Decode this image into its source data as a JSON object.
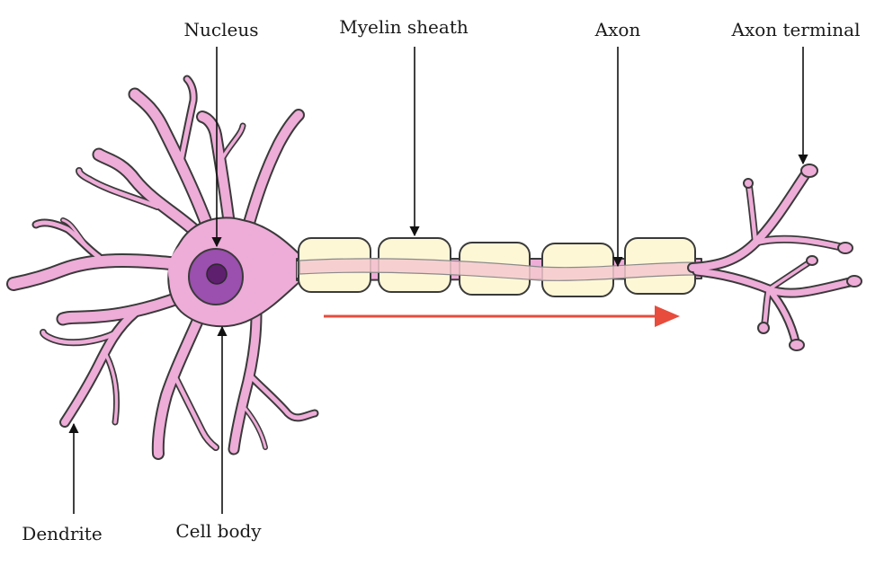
{
  "labels": {
    "nucleus": "Nucleus",
    "myelin_sheath": "Myelin sheath",
    "axon": "Axon",
    "axon_terminal": "Axon terminal",
    "dendrite": "Dendrite",
    "cell_body": "Cell body"
  },
  "colors": {
    "cell": "#eeacd8",
    "outline": "#3a3a3a",
    "nucleus_outer": "#9b4fae",
    "nucleus_inner": "#5e1f6f",
    "myelin": "#fdf7d6",
    "axon_inner": "#f4c9cf",
    "signal_arrow": "#e74c3c"
  }
}
